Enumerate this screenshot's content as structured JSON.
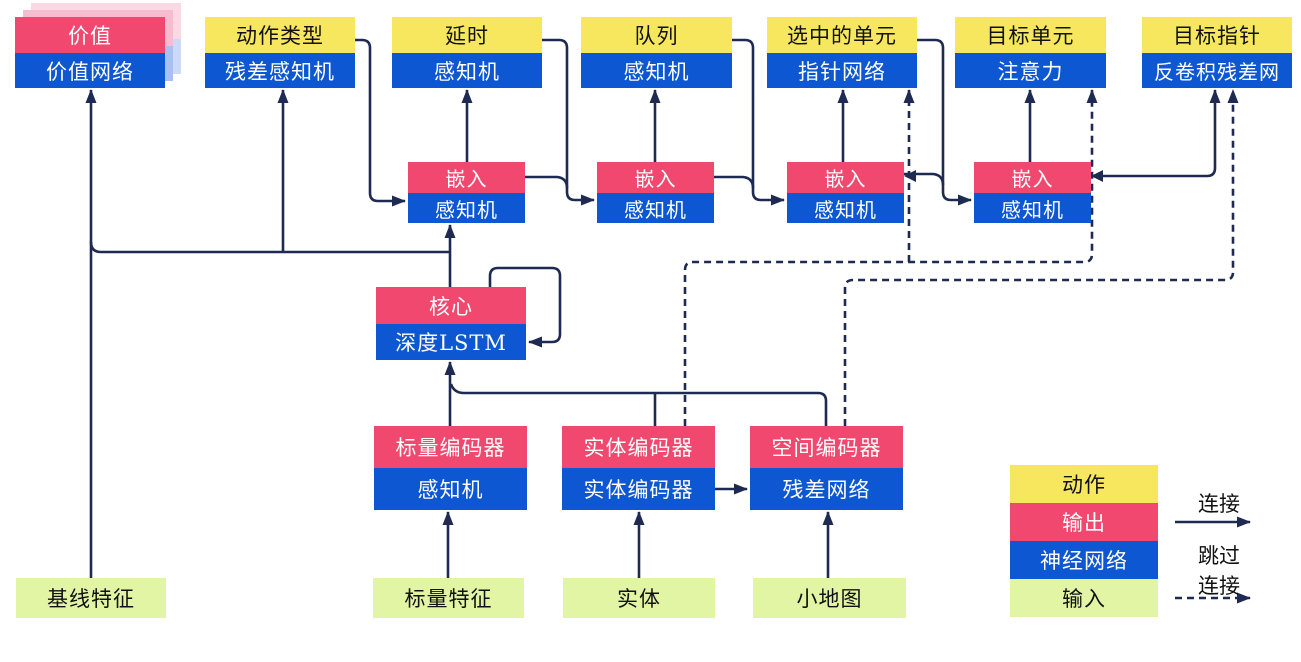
{
  "colors": {
    "yellow": "#f6e75e",
    "red": "#f0486e",
    "blue": "#0d57d2",
    "green": "#e2f5a5",
    "line": "#1f2a52",
    "ghost1_pink": "#f8bcd0",
    "ghost1_blue": "#a9c0f1",
    "ghost2_pink": "#fbd9e4",
    "ghost2_blue": "#cdd9f8"
  },
  "nodes": {
    "value": {
      "top": "价值",
      "bottom": "价值网络"
    },
    "action_type": {
      "top": "动作类型",
      "bottom": "残差感知机"
    },
    "delay": {
      "top": "延时",
      "bottom": "感知机"
    },
    "queue": {
      "top": "队列",
      "bottom": "感知机"
    },
    "selected_units": {
      "top": "选中的单元",
      "bottom": "指针网络"
    },
    "target_unit": {
      "top": "目标单元",
      "bottom": "注意力"
    },
    "target_pointer": {
      "top": "目标指针",
      "bottom": "反卷积残差网"
    },
    "embed1": {
      "top": "嵌入",
      "bottom": "感知机"
    },
    "embed2": {
      "top": "嵌入",
      "bottom": "感知机"
    },
    "embed3": {
      "top": "嵌入",
      "bottom": "感知机"
    },
    "embed4": {
      "top": "嵌入",
      "bottom": "感知机"
    },
    "core": {
      "top": "核心",
      "bottom": "深度LSTM"
    },
    "scalar_encoder": {
      "top": "标量编码器",
      "bottom": "感知机"
    },
    "entity_encoder": {
      "top": "实体编码器",
      "bottom": "实体编码器"
    },
    "spatial_encoder": {
      "top": "空间编码器",
      "bottom": "残差网络"
    },
    "baseline_features": {
      "label": "基线特征"
    },
    "scalar_features": {
      "label": "标量特征"
    },
    "entities": {
      "label": "实体"
    },
    "minimap": {
      "label": "小地图"
    }
  },
  "legend": {
    "action_label": "动作",
    "output_label": "输出",
    "network_label": "神经网络",
    "input_label": "输入",
    "connection_label": "连接",
    "skip_label_line1": "跳过",
    "skip_label_line2": "连接"
  }
}
